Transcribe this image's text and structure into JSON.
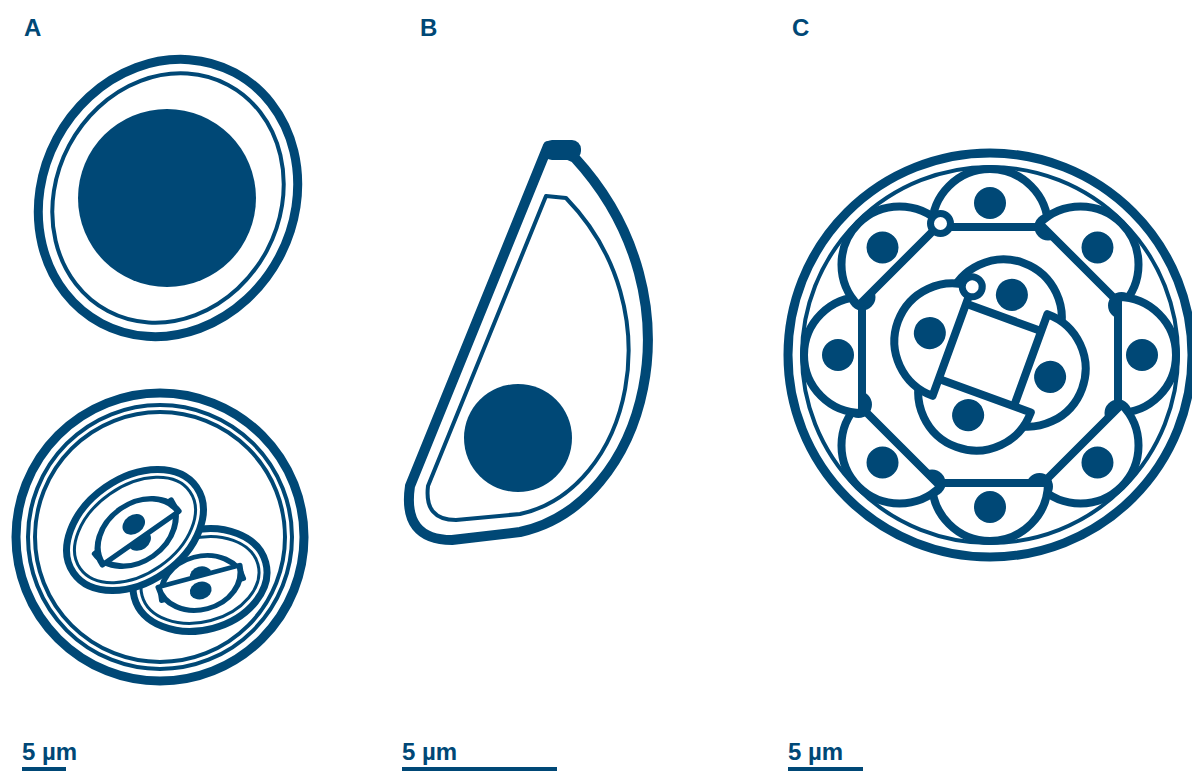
{
  "diagram": {
    "labels": [
      "A",
      "B",
      "C",
      "5 µm",
      "5 µm",
      "5 µm"
    ]
  }
}
